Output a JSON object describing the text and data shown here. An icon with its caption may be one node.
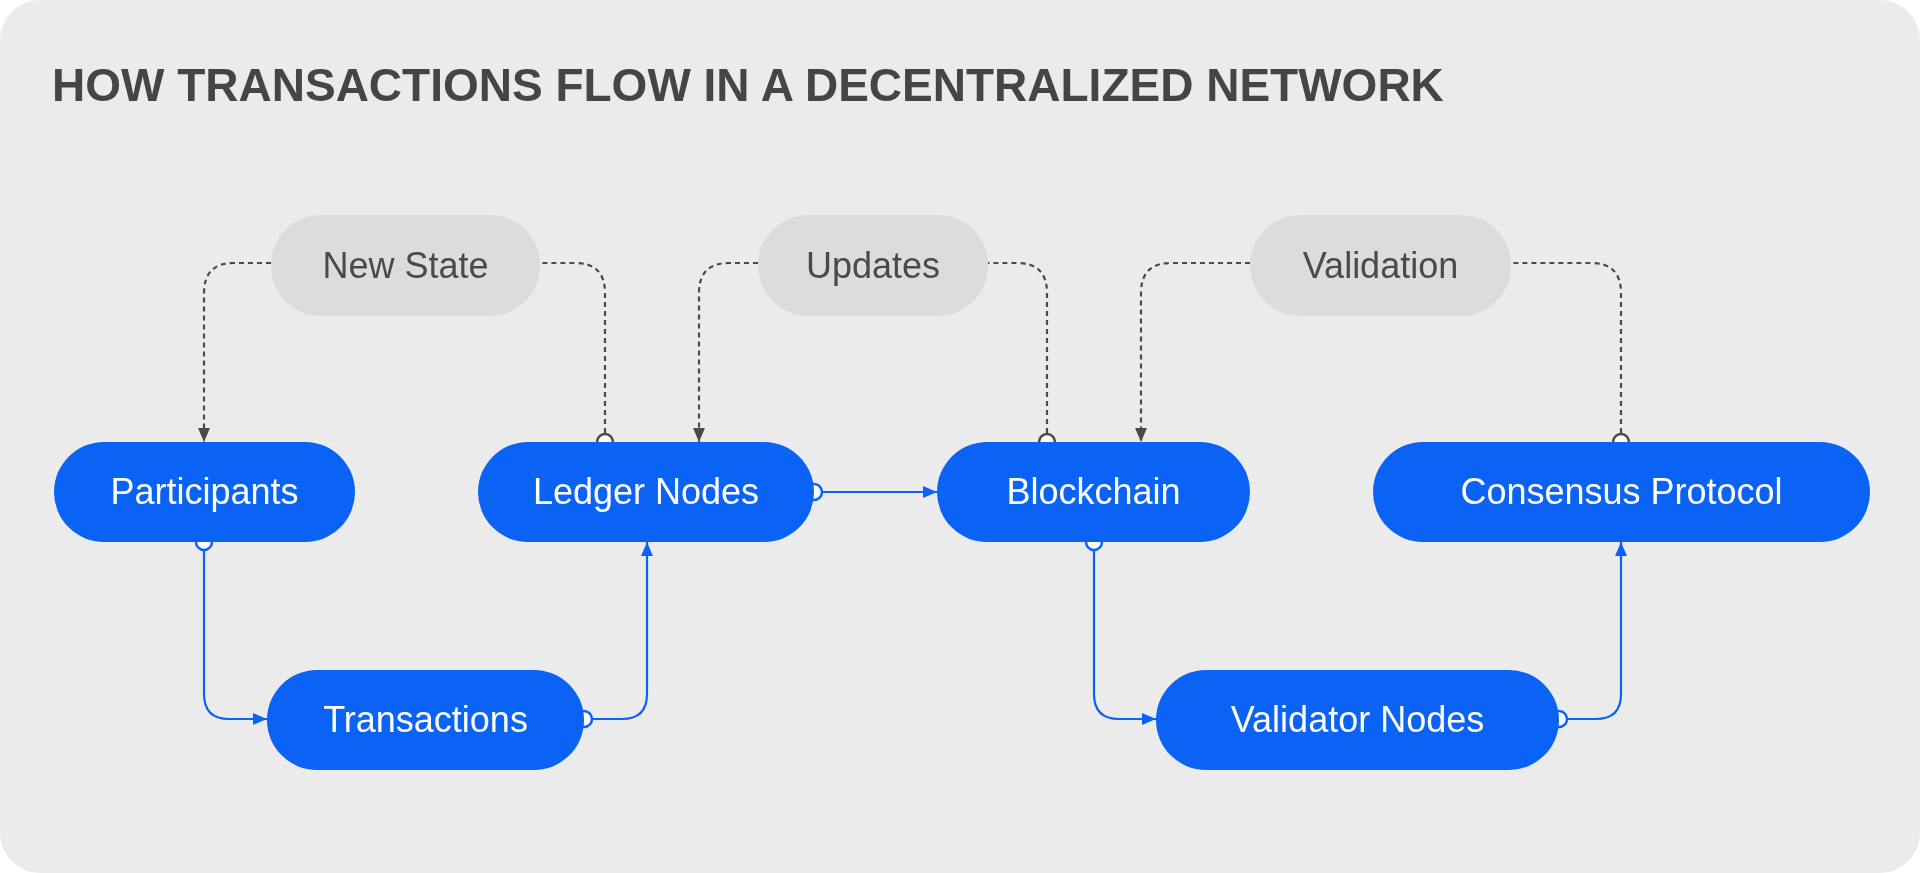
{
  "diagram": {
    "title": "HOW TRANSACTIONS FLOW IN A DECENTRALIZED NETWORK",
    "nodes": [
      {
        "text": [
          "New State"
        ]
      },
      {
        "text": [
          "Updates"
        ]
      },
      {
        "text": [
          "Validation"
        ]
      },
      {
        "text": [
          "Participants"
        ]
      },
      {
        "text": [
          "Ledger Nodes"
        ]
      },
      {
        "text": [
          "Blockchain"
        ]
      },
      {
        "text": [
          "Consensus Protocol"
        ]
      },
      {
        "text": [
          "Transactions"
        ]
      },
      {
        "text": [
          "Validator Nodes"
        ]
      }
    ],
    "edges": [
      {
        "from": 3,
        "to": 7,
        "arrow": "to",
        "color": "#0a63f5"
      },
      {
        "from": 7,
        "to": 4,
        "arrow": "to",
        "color": "#0a63f5"
      },
      {
        "from": 4,
        "to": 5,
        "arrow": "to",
        "color": "#0a63f5"
      },
      {
        "from": 5,
        "to": 8,
        "arrow": "to",
        "color": "#0a63f5"
      },
      {
        "from": 8,
        "to": 6,
        "arrow": "to",
        "color": "#0a63f5"
      },
      {
        "from": 4,
        "to": 0,
        "arrow": "other",
        "style": "dashed"
      },
      {
        "from": 0,
        "to": 3,
        "arrow": "to",
        "style": "dashed"
      },
      {
        "from": 5,
        "to": 1,
        "arrow": "other",
        "style": "dashed"
      },
      {
        "from": 1,
        "to": 4,
        "arrow": "to",
        "style": "dashed"
      },
      {
        "from": 6,
        "to": 2,
        "arrow": "other",
        "style": "dashed"
      },
      {
        "from": 2,
        "to": 5,
        "arrow": "to",
        "style": "dashed"
      }
    ]
  }
}
